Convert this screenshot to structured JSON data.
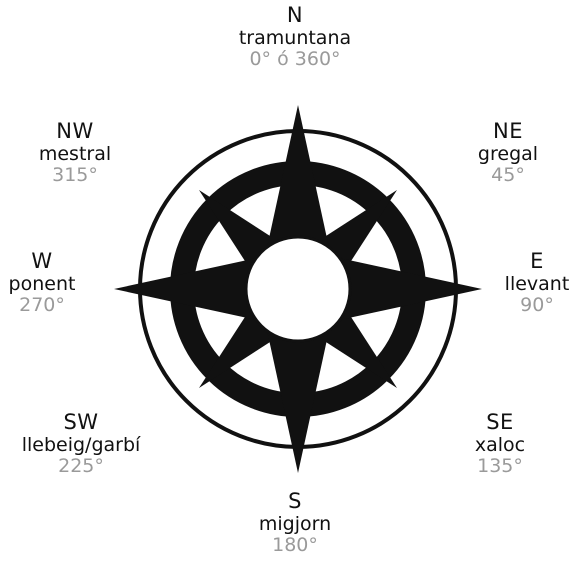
{
  "directions": [
    {
      "key": "n",
      "abbr": "N",
      "wind": "tramuntana",
      "degrees": "0° ó 360°"
    },
    {
      "key": "ne",
      "abbr": "NE",
      "wind": "gregal",
      "degrees": "45°"
    },
    {
      "key": "e",
      "abbr": "E",
      "wind": "llevant",
      "degrees": "90°"
    },
    {
      "key": "se",
      "abbr": "SE",
      "wind": "xaloc",
      "degrees": "135°"
    },
    {
      "key": "s",
      "abbr": "S",
      "wind": "migjorn",
      "degrees": "180°"
    },
    {
      "key": "sw",
      "abbr": "SW",
      "wind": "llebeig/garbí",
      "degrees": "225°"
    },
    {
      "key": "w",
      "abbr": "W",
      "wind": "ponent",
      "degrees": "270°"
    },
    {
      "key": "nw",
      "abbr": "NW",
      "wind": "mestral",
      "degrees": "315°"
    }
  ],
  "colors": {
    "ink": "#111111",
    "degree_text": "#9a9a9a",
    "background": "#ffffff"
  },
  "icon": "compass-rose-icon"
}
